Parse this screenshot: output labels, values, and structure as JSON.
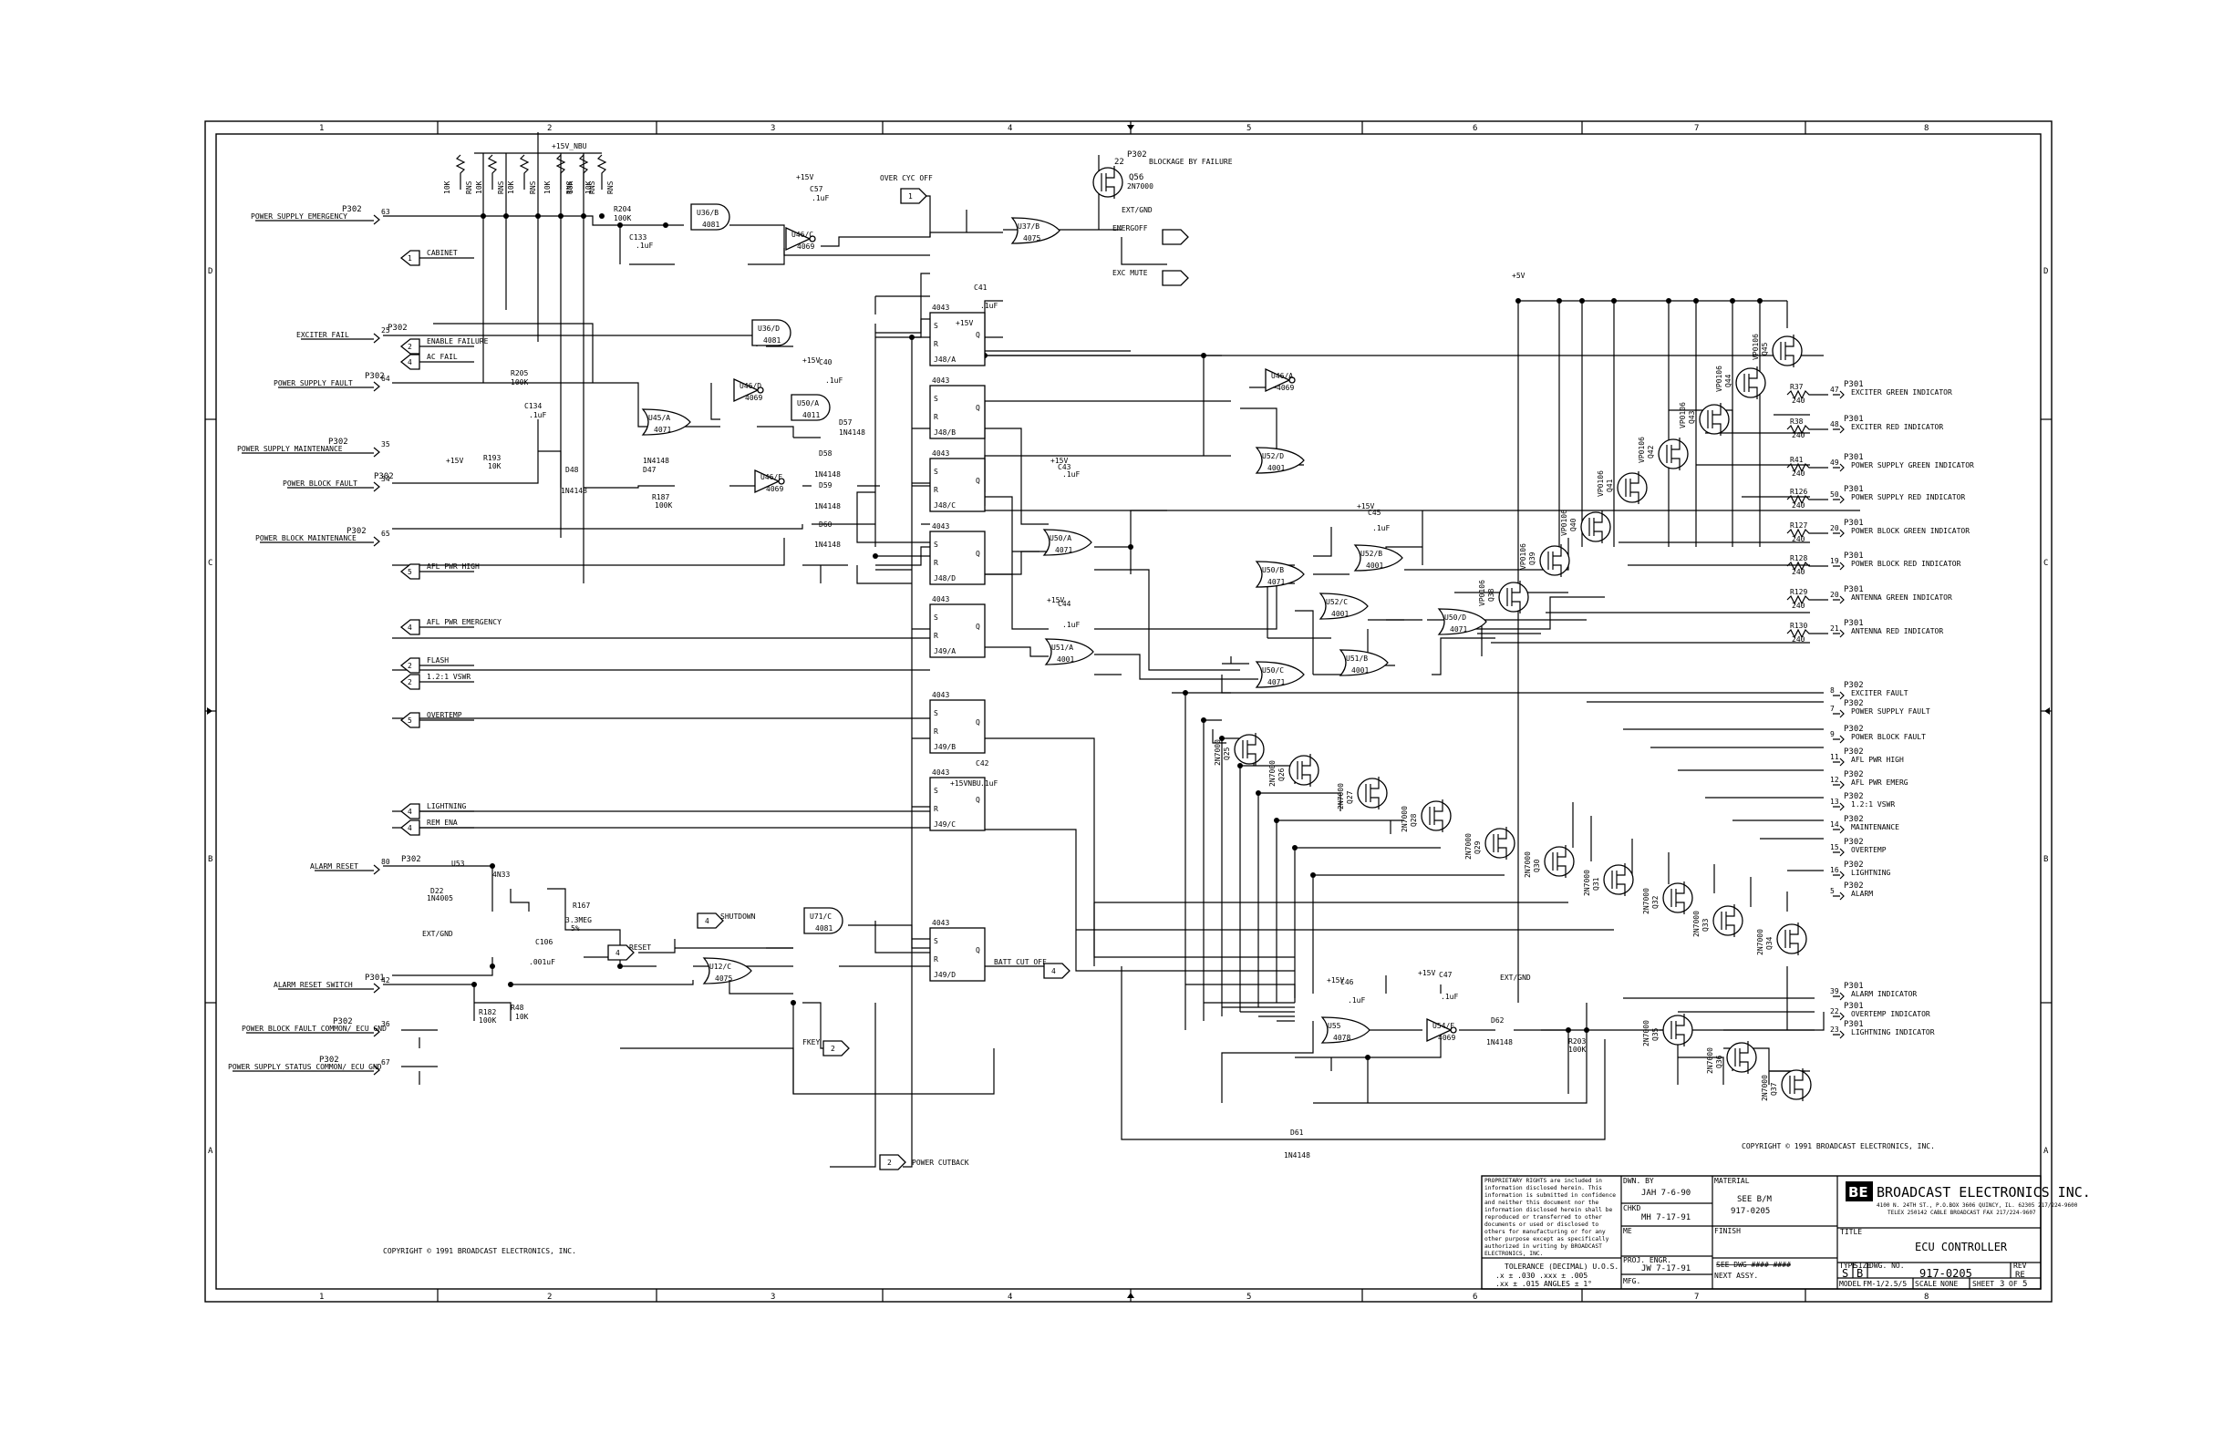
{
  "border": {
    "cols": [
      "1",
      "2",
      "3",
      "4",
      "5",
      "6",
      "7",
      "8"
    ],
    "rows": [
      "D",
      "C",
      "B",
      "A"
    ]
  },
  "copyright_left": "COPYRIGHT © 1991 BROADCAST ELECTRONICS, INC.",
  "copyright_right": "COPYRIGHT © 1991 BROADCAST ELECTRONICS, INC.",
  "inputs": [
    {
      "conn": "P302",
      "pin": "63",
      "label": "POWER SUPPLY EMERGENCY"
    },
    {
      "conn": "P302",
      "pin": "25",
      "label": "EXCITER FAIL"
    },
    {
      "conn": "P302",
      "pin": "64",
      "label": "POWER SUPPLY FAULT"
    },
    {
      "conn": "P302",
      "pin": "35",
      "label": "POWER SUPPLY MAINTENANCE"
    },
    {
      "conn": "P302",
      "pin": "34",
      "label": "POWER BLOCK FAULT"
    },
    {
      "conn": "P302",
      "pin": "65",
      "label": "POWER BLOCK MAINTENANCE"
    },
    {
      "conn": "P302",
      "pin": "80",
      "label": "ALARM RESET"
    },
    {
      "conn": "P301",
      "pin": "42",
      "label": "ALARM RESET SWITCH"
    },
    {
      "conn": "P302",
      "pin": "36",
      "label": "POWER BLOCK FAULT COMMON/ ECU GND"
    },
    {
      "conn": "P302",
      "pin": "67",
      "label": "POWER SUPPLY STATUS COMMON/ ECU GND"
    }
  ],
  "offsheet_left": [
    {
      "sheet": "1",
      "label": "CABINET"
    },
    {
      "sheet": "2",
      "label": "ENABLE FAILURE"
    },
    {
      "sheet": "4",
      "label": "AC FAIL"
    },
    {
      "sheet": "5",
      "label": "AFL PWR HIGH"
    },
    {
      "sheet": "4",
      "label": "AFL PWR EMERGENCY"
    },
    {
      "sheet": "2",
      "label": "FLASH"
    },
    {
      "sheet": "2",
      "label": "1.2:1 VSWR"
    },
    {
      "sheet": "5",
      "label": "OVERTEMP"
    },
    {
      "sheet": "4",
      "label": "LIGHTNING"
    },
    {
      "sheet": "4",
      "label": "REM ENA"
    }
  ],
  "offsheet_misc": [
    {
      "sheet": "1",
      "label": "OVER CYC OFF"
    },
    {
      "sheet": "4",
      "label": "SHUTDOWN"
    },
    {
      "sheet": "4",
      "label": "RESET"
    },
    {
      "sheet": "2",
      "label": "FKEY"
    },
    {
      "sheet": "2",
      "label": "POWER CUTBACK"
    },
    {
      "sheet": "4",
      "label": "BATT CUT OFF"
    },
    {
      "sheet": "",
      "label": "EMERGOFF"
    },
    {
      "sheet": "",
      "label": "EXC MUTE"
    }
  ],
  "misc_labels": {
    "blockage": "BLOCKAGE BY FAILURE",
    "q56": "Q56",
    "q56_type": "2N7000",
    "p302": "P302",
    "pin22": "22",
    "ext_gnd": "EXT/GND",
    "plus15": "+15V",
    "plus15_nbu": "+15V_NBU",
    "plus5": "+5V",
    "plus15_nbu2": "+15VNBU"
  },
  "gates": [
    {
      "ref": "U36/B",
      "type": "4081"
    },
    {
      "ref": "U46/C",
      "type": "4069"
    },
    {
      "ref": "U37/B",
      "type": "4075"
    },
    {
      "ref": "U36/D",
      "type": "4081"
    },
    {
      "ref": "U46/D",
      "type": "4069"
    },
    {
      "ref": "U50/A",
      "type": "4011"
    },
    {
      "ref": "U45/A",
      "type": "4071"
    },
    {
      "ref": "U46/F",
      "type": "4069"
    },
    {
      "ref": "U46/A",
      "type": "4069"
    },
    {
      "ref": "U52/D",
      "type": "4001"
    },
    {
      "ref": "U52/B",
      "type": "4001"
    },
    {
      "ref": "U50/A",
      "type": "4071"
    },
    {
      "ref": "U50/B",
      "type": "4071"
    },
    {
      "ref": "U52/C",
      "type": "4001"
    },
    {
      "ref": "U50/D",
      "type": "4071"
    },
    {
      "ref": "U51/A",
      "type": "4001"
    },
    {
      "ref": "U51/B",
      "type": "4001"
    },
    {
      "ref": "U50/C",
      "type": "4071"
    },
    {
      "ref": "U71/C",
      "type": "4081"
    },
    {
      "ref": "U12/C",
      "type": "4075"
    },
    {
      "ref": "U55",
      "type": "4078"
    },
    {
      "ref": "U54/F",
      "type": "4069"
    }
  ],
  "flipflops": [
    {
      "ref": "J48/A",
      "type": "4043"
    },
    {
      "ref": "J48/B",
      "type": "4043"
    },
    {
      "ref": "J48/C",
      "type": "4043"
    },
    {
      "ref": "J48/D",
      "type": "4043"
    },
    {
      "ref": "J49/A",
      "type": "4043"
    },
    {
      "ref": "J49/B",
      "type": "4043"
    },
    {
      "ref": "J49/C",
      "type": "4043"
    },
    {
      "ref": "J49/D",
      "type": "4043"
    }
  ],
  "components": {
    "r204": "R204",
    "r204v": "100K",
    "c133": "C133",
    "c133v": ".1uF",
    "c57": "C57",
    "c57v": ".1uF",
    "r205": "R205",
    "r205v": "100K",
    "c134": "C134",
    "c134v": ".1uF",
    "c40": "C40",
    "c40v": ".1uF",
    "c41": "C41",
    "c41v": ".1uF",
    "r193": "R193",
    "r193v": "10K",
    "d48": "D48",
    "d48t": "1N4148",
    "d47": "D47",
    "d47t": "1N4148",
    "r187": "R187",
    "r187v": "100K",
    "d57": "D57",
    "d57t": "1N4148",
    "d58": "D58",
    "d58t": "1N4148",
    "d59": "D59",
    "d59t": "1N4148",
    "d60": "D60",
    "d60t": "1N4148",
    "c43": "C43",
    "c43v": ".1uF",
    "c45": "C45",
    "c45v": ".1uF",
    "c44": "C44",
    "c44v": ".1uF",
    "c42": "C42",
    "c42v": ".1uF",
    "d22": "D22",
    "d22t": "1N4005",
    "u53": "U53",
    "u53t": "4N33",
    "r167": "R167",
    "r167v": "3.3MEG",
    "r167p": "5%",
    "c106": "C106",
    "c106v": ".001uF",
    "r182": "R182",
    "r182v": "100K",
    "r48": "R48",
    "r48v": "10K",
    "c46": "C46",
    "c46v": ".1uF",
    "c47": "C47",
    "c47v": ".1uF",
    "d62": "D62",
    "d62t": "1N4148",
    "r203": "R203",
    "r203v": "100K",
    "d61": "D61",
    "d61t": "1N4148",
    "rpack": "10K",
    "rpack_t": "RNS"
  },
  "led_drivers": [
    {
      "q": "Q45",
      "r": "R37",
      "rv": "240",
      "conn": "P301",
      "pin": "47",
      "label": "EXCITER GREEN INDICATOR"
    },
    {
      "q": "Q44",
      "r": "R38",
      "rv": "240",
      "conn": "P301",
      "pin": "48",
      "label": "EXCITER RED INDICATOR"
    },
    {
      "q": "Q43",
      "r": "R41",
      "rv": "240",
      "conn": "P301",
      "pin": "49",
      "label": "POWER SUPPLY GREEN INDICATOR"
    },
    {
      "q": "Q42",
      "r": "R126",
      "rv": "240",
      "conn": "P301",
      "pin": "50",
      "label": "POWER SUPPLY RED INDICATOR"
    },
    {
      "q": "Q41",
      "r": "R127",
      "rv": "240",
      "conn": "P301",
      "pin": "20",
      "label": "POWER BLOCK GREEN INDICATOR"
    },
    {
      "q": "Q40",
      "r": "R128",
      "rv": "240",
      "conn": "P301",
      "pin": "19",
      "label": "POWER BLOCK RED INDICATOR"
    },
    {
      "q": "Q39",
      "r": "R129",
      "rv": "240",
      "conn": "P301",
      "pin": "20",
      "label": "ANTENNA GREEN INDICATOR"
    },
    {
      "q": "Q38",
      "r": "R130",
      "rv": "240",
      "conn": "P301",
      "pin": "21",
      "label": "ANTENNA RED INDICATOR"
    }
  ],
  "led_q_type": "VP0106",
  "status_outputs": [
    {
      "q": "Q25",
      "conn": "P302",
      "pin": "8",
      "label": "EXCITER FAULT"
    },
    {
      "q": "Q26",
      "conn": "P302",
      "pin": "7",
      "label": "POWER SUPPLY FAULT"
    },
    {
      "q": "Q27",
      "conn": "P302",
      "pin": "9",
      "label": "POWER BLOCK FAULT"
    },
    {
      "q": "Q28",
      "conn": "P302",
      "pin": "11",
      "label": "AFL PWR HIGH"
    },
    {
      "q": "Q29",
      "conn": "P302",
      "pin": "12",
      "label": "AFL PWR EMERG"
    },
    {
      "q": "Q30",
      "conn": "P302",
      "pin": "13",
      "label": "1.2:1 VSWR"
    },
    {
      "q": "Q31",
      "conn": "P302",
      "pin": "14",
      "label": "MAINTENANCE"
    },
    {
      "q": "Q32",
      "conn": "P302",
      "pin": "15",
      "label": "OVERTEMP"
    },
    {
      "q": "Q33",
      "conn": "P302",
      "pin": "16",
      "label": "LIGHTNING"
    },
    {
      "q": "Q34",
      "conn": "P302",
      "pin": "5",
      "label": "ALARM"
    }
  ],
  "indicator_outputs": [
    {
      "q": "Q35",
      "conn": "P301",
      "pin": "39",
      "label": "ALARM INDICATOR"
    },
    {
      "q": "Q36",
      "conn": "P301",
      "pin": "22",
      "label": "OVERTEMP INDICATOR"
    },
    {
      "q": "Q37",
      "conn": "P301",
      "pin": "23",
      "label": "LIGHTNING INDICATOR"
    }
  ],
  "nfet_type": "2N7000",
  "title_block": {
    "proprietary": "PROPRIETARY RIGHTS are included in information disclosed herein. This information is submitted in confidence and neither this document nor the information disclosed herein shall be reproduced or transferred to other documents or used or disclosed to others for manufacturing or for any other purpose except as specifically authorized in writing by BROADCAST ELECTRONICS, INC.",
    "tolerance_title": "TOLERANCE (DECIMAL) U.O.S.",
    "tol1": ".x ± .030   .xxx ± .005",
    "tol2": ".xx ± .015   ANGLES ± 1°",
    "dwn_by_label": "DWN. BY",
    "dwn_by": "JAH 7-6-90",
    "chkd_label": "CHKD",
    "chkd": "MH 7-17-91",
    "me_label": "ME",
    "proj_label": "PROJ. ENGR.",
    "proj": "JW 7-17-91",
    "mfg_label": "MFG.",
    "material_label": "MATERIAL",
    "material1": "SEE B/M",
    "material2": "917-0205",
    "finish_label": "FINISH",
    "next_assy_old": "SEE DWG #### ####",
    "next_assy_label": "NEXT ASSY.",
    "company": "BROADCAST ELECTRONICS INC.",
    "address": "4100 N. 24TH ST., P.O.BOX 3606 QUINCY, IL. 62305  217/224-9600",
    "telex": "TELEX 250142   CABLE BROADCAST   FAX 217/224-9607",
    "title_label": "TITLE",
    "title": "ECU CONTROLLER",
    "type_label": "TYPE",
    "type": "S",
    "size_label": "SIZE",
    "size": "B",
    "dwg_no_label": "DWG. NO.",
    "dwg_no": "917-0205",
    "rev_label": "REV",
    "rev": "RE",
    "model_label": "MODEL",
    "model": "FM-1/2.5/5",
    "scale_label": "SCALE",
    "scale": "NONE",
    "sheet_label": "SHEET",
    "sheet": "3",
    "of_label": "OF",
    "of": "5"
  }
}
